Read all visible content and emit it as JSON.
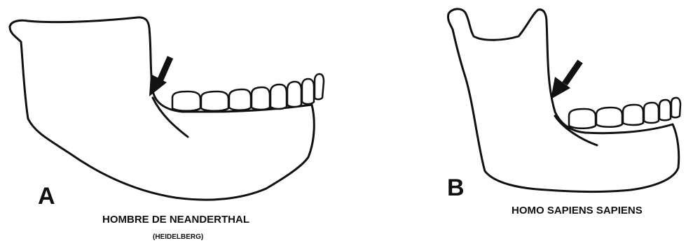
{
  "panels": [
    {
      "letter": "A",
      "caption": "HOMBRE DE NEANDERTHAL",
      "subcaption": "(HEIDELBERG)"
    },
    {
      "letter": "B",
      "caption": "HOMO SAPIENS SAPIENS",
      "subcaption": ""
    }
  ],
  "colors": {
    "ink": "#111111",
    "background": "#ffffff"
  },
  "icons": [
    "arrow-icon"
  ]
}
